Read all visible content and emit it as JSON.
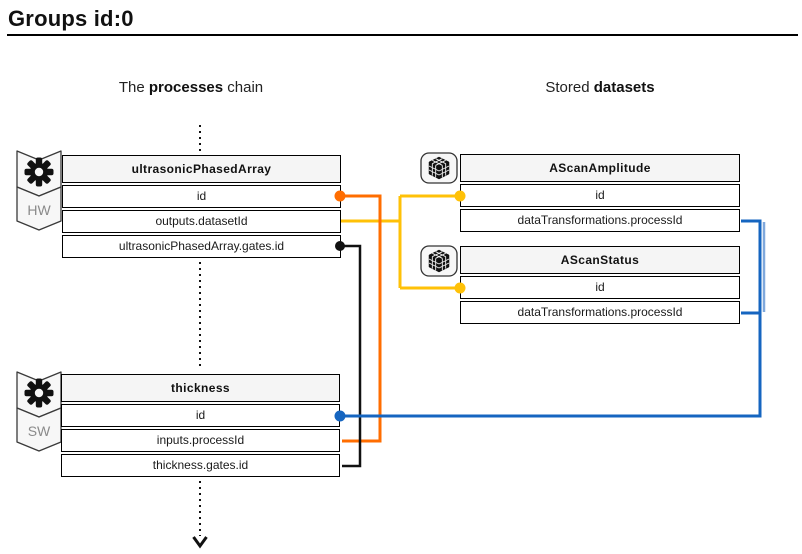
{
  "title": "Groups id:0",
  "column_headers": {
    "processes": {
      "prefix": "The ",
      "emphasis": "processes",
      "suffix": " chain"
    },
    "datasets": {
      "prefix": "Stored ",
      "emphasis": "datasets",
      "suffix": ""
    }
  },
  "processes": [
    {
      "name": "ultrasonicPhasedArray",
      "badge": "HW",
      "icon": "gear-icon",
      "rows": [
        "id",
        "outputs.datasetId",
        "ultrasonicPhasedArray.gates.id"
      ]
    },
    {
      "name": "thickness",
      "badge": "SW",
      "icon": "gear-icon",
      "rows": [
        "id",
        "inputs.processId",
        "thickness.gates.id"
      ]
    }
  ],
  "datasets": [
    {
      "name": "AScanAmplitude",
      "icon": "cube-icon",
      "rows": [
        "id",
        "dataTransformations.processId"
      ]
    },
    {
      "name": "AScanStatus",
      "icon": "cube-icon",
      "rows": [
        "id",
        "dataTransformations.processId"
      ]
    }
  ],
  "connections": [
    {
      "color": "orange",
      "from": "ultrasonicPhasedArray.id",
      "to": [
        "thickness.inputs.processId"
      ]
    },
    {
      "color": "yellow",
      "from": "ultrasonicPhasedArray.outputs.datasetId",
      "to": [
        "AScanAmplitude.id",
        "AScanStatus.id"
      ]
    },
    {
      "color": "black",
      "from": "ultrasonicPhasedArray.gates.id",
      "to": [
        "thickness.gates.id"
      ]
    },
    {
      "color": "blue",
      "from": "thickness.id",
      "to": [
        "AScanAmplitude.dataTransformations.processId",
        "AScanStatus.dataTransformations.processId"
      ]
    }
  ],
  "colors": {
    "orange": "#FF6D00",
    "yellow": "#FFC107",
    "blue": "#1565C0",
    "blue_light": "#7FA8DC",
    "wire_black": "#111111",
    "header_bg": "#F5F5F5",
    "badge_fill": "#F7F7F7",
    "badge_border": "#3A3A3A"
  }
}
